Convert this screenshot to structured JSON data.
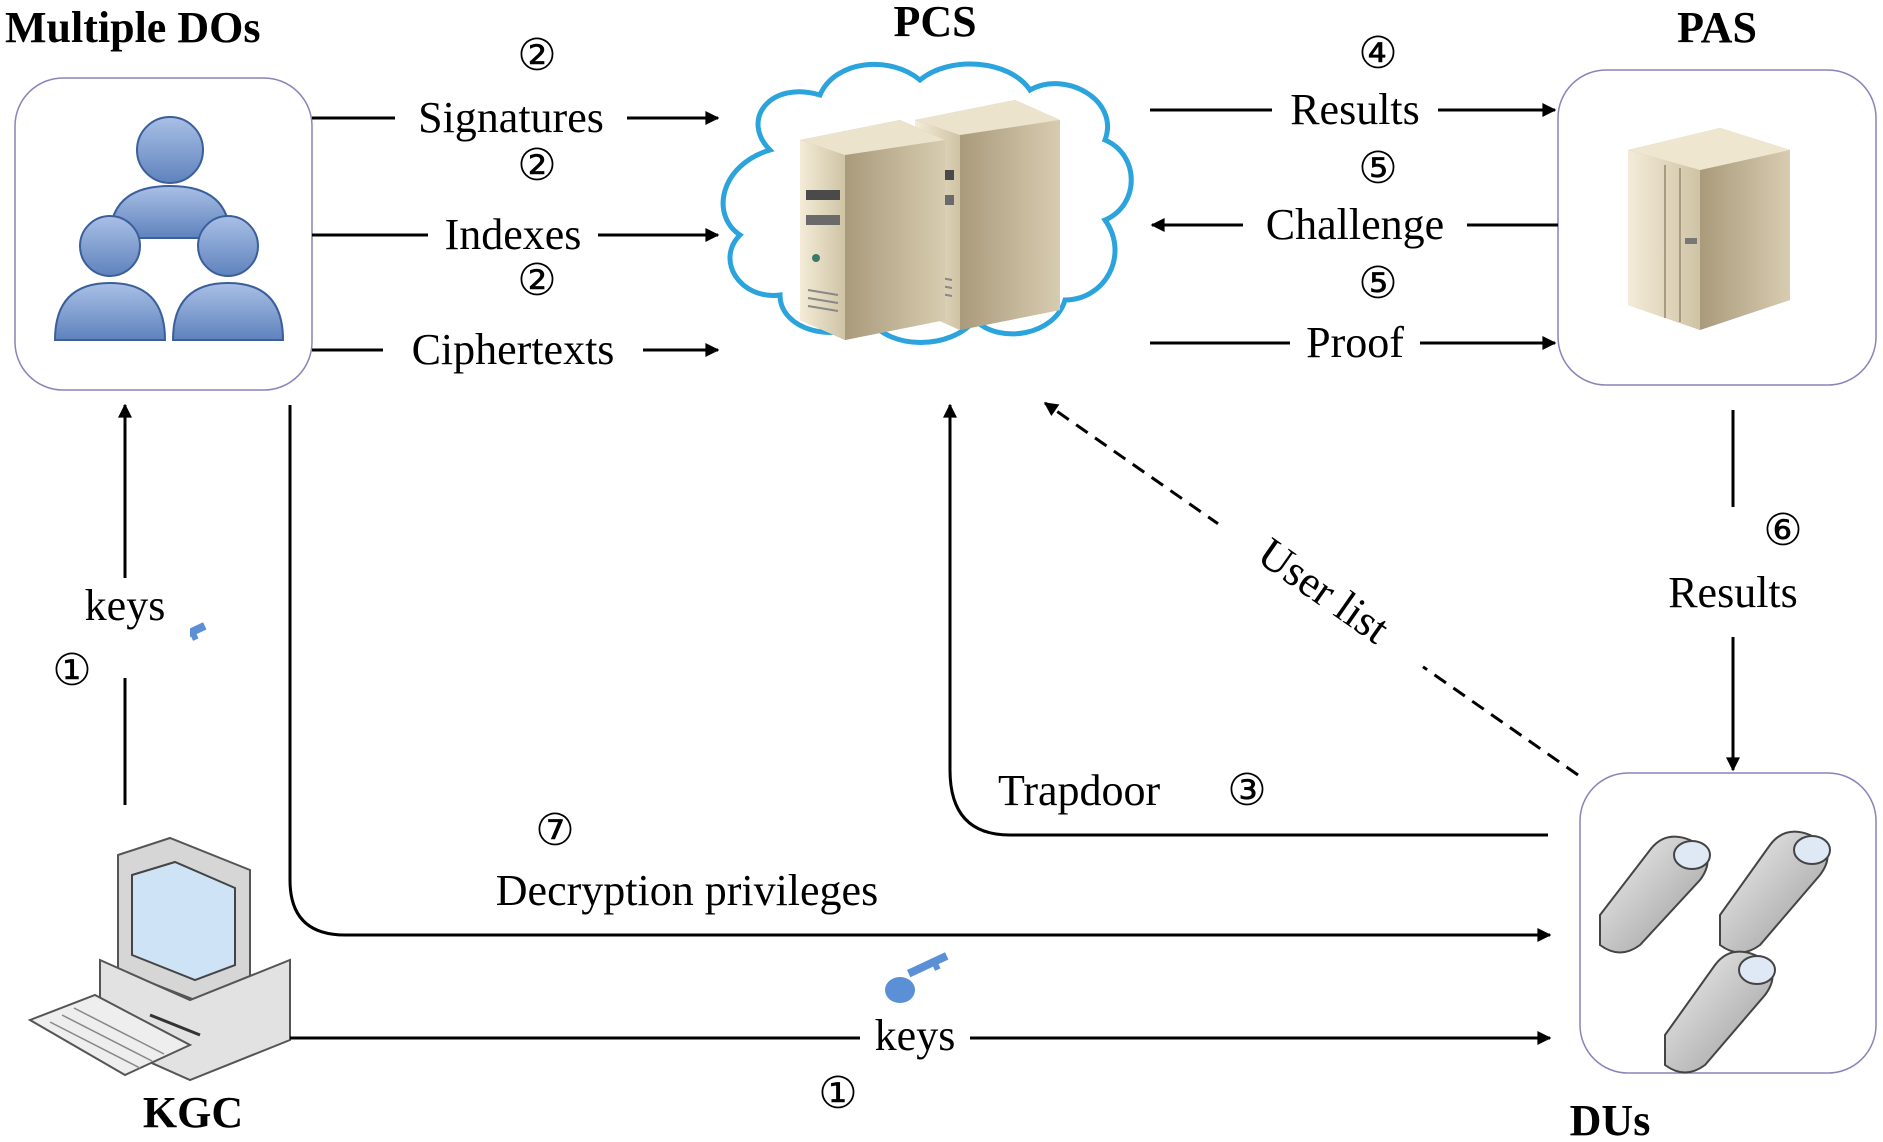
{
  "nodes": {
    "dos": {
      "title": "Multiple DOs"
    },
    "pcs": {
      "title": "PCS"
    },
    "pas": {
      "title": "PAS"
    },
    "kgc": {
      "title": "KGC"
    },
    "dus": {
      "title": "DUs"
    }
  },
  "edges": {
    "signatures": {
      "step": "②",
      "label": "Signatures"
    },
    "indexes": {
      "step": "②",
      "label": "Indexes"
    },
    "ciphertexts": {
      "step": "②",
      "label": "Ciphertexts"
    },
    "results_pcs_pas": {
      "step": "④",
      "label": "Results"
    },
    "challenge": {
      "step": "⑤",
      "label": "Challenge"
    },
    "proof": {
      "step": "⑤",
      "label": "Proof"
    },
    "results_pas_dus": {
      "step": "⑥",
      "label": "Results"
    },
    "keys_kgc_dos": {
      "step": "①",
      "label": "keys"
    },
    "keys_kgc_dus": {
      "step": "①",
      "label": "keys"
    },
    "trapdoor": {
      "step": "③",
      "label": "Trapdoor"
    },
    "user_list": {
      "label": "User list"
    },
    "decryption": {
      "step": "⑦",
      "label": "Decryption privileges"
    }
  },
  "colors": {
    "user_icon": "#7b9bd0",
    "cloud_outline": "#2ba3dc",
    "key_icon": "#5b8fd6",
    "box_border": "#8a84b8",
    "arrow": "#000000"
  }
}
